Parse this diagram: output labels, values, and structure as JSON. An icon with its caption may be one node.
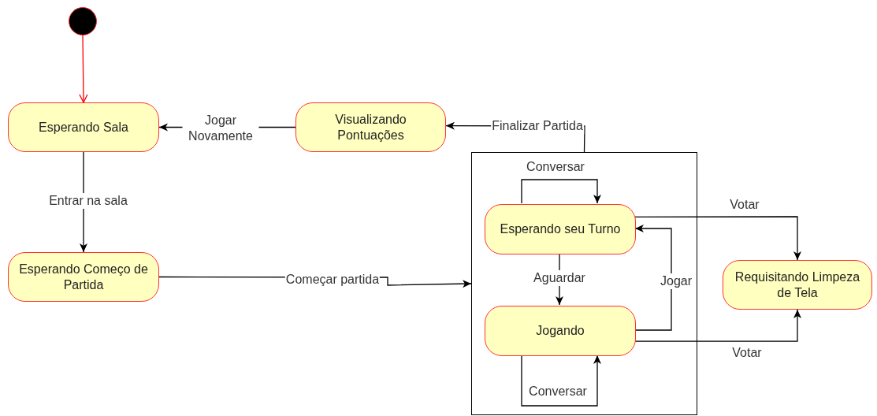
{
  "diagram": {
    "nodes": [
      {
        "text": [],
        "shape": "circle"
      },
      {
        "text": [
          "Esperando Sala"
        ]
      },
      {
        "text": [
          "Visualizando Pontuações"
        ]
      },
      {
        "text": [
          "Esperando Começo de Partida"
        ]
      },
      {
        "text": [],
        "shape": "box"
      },
      {
        "text": [
          "Esperando seu Turno"
        ],
        "in": 4
      },
      {
        "text": [
          "Jogando"
        ],
        "in": 4
      },
      {
        "text": [
          "Requisitando Limpeza de Tela"
        ]
      }
    ],
    "edges": [
      {
        "from": 0,
        "to": 1,
        "arrow": "to",
        "color": "#ff0000"
      },
      {
        "from": 2,
        "to": 1,
        "arrow": "to",
        "label": "Jogar Novamente"
      },
      {
        "from": 1,
        "to": 3,
        "arrow": "to",
        "label": "Entrar na sala"
      },
      {
        "from": 3,
        "to": 4,
        "arrow": "to",
        "label": "Começar partida"
      },
      {
        "from": 4,
        "to": 2,
        "arrow": "to",
        "label": "Finalizar Partida"
      },
      {
        "from": 5,
        "to": 5,
        "arrow": "to",
        "label": "Conversar"
      },
      {
        "from": 5,
        "to": 6,
        "arrow": "to",
        "label": "Aguardar"
      },
      {
        "from": 6,
        "to": 5,
        "arrow": "to",
        "label": "Jogar"
      },
      {
        "from": 6,
        "to": 6,
        "arrow": "to",
        "label": "Conversar"
      },
      {
        "from": 5,
        "to": 7,
        "arrow": "to",
        "label": "Votar"
      },
      {
        "from": 6,
        "to": 7,
        "arrow": "to",
        "label": "Votar"
      }
    ]
  }
}
